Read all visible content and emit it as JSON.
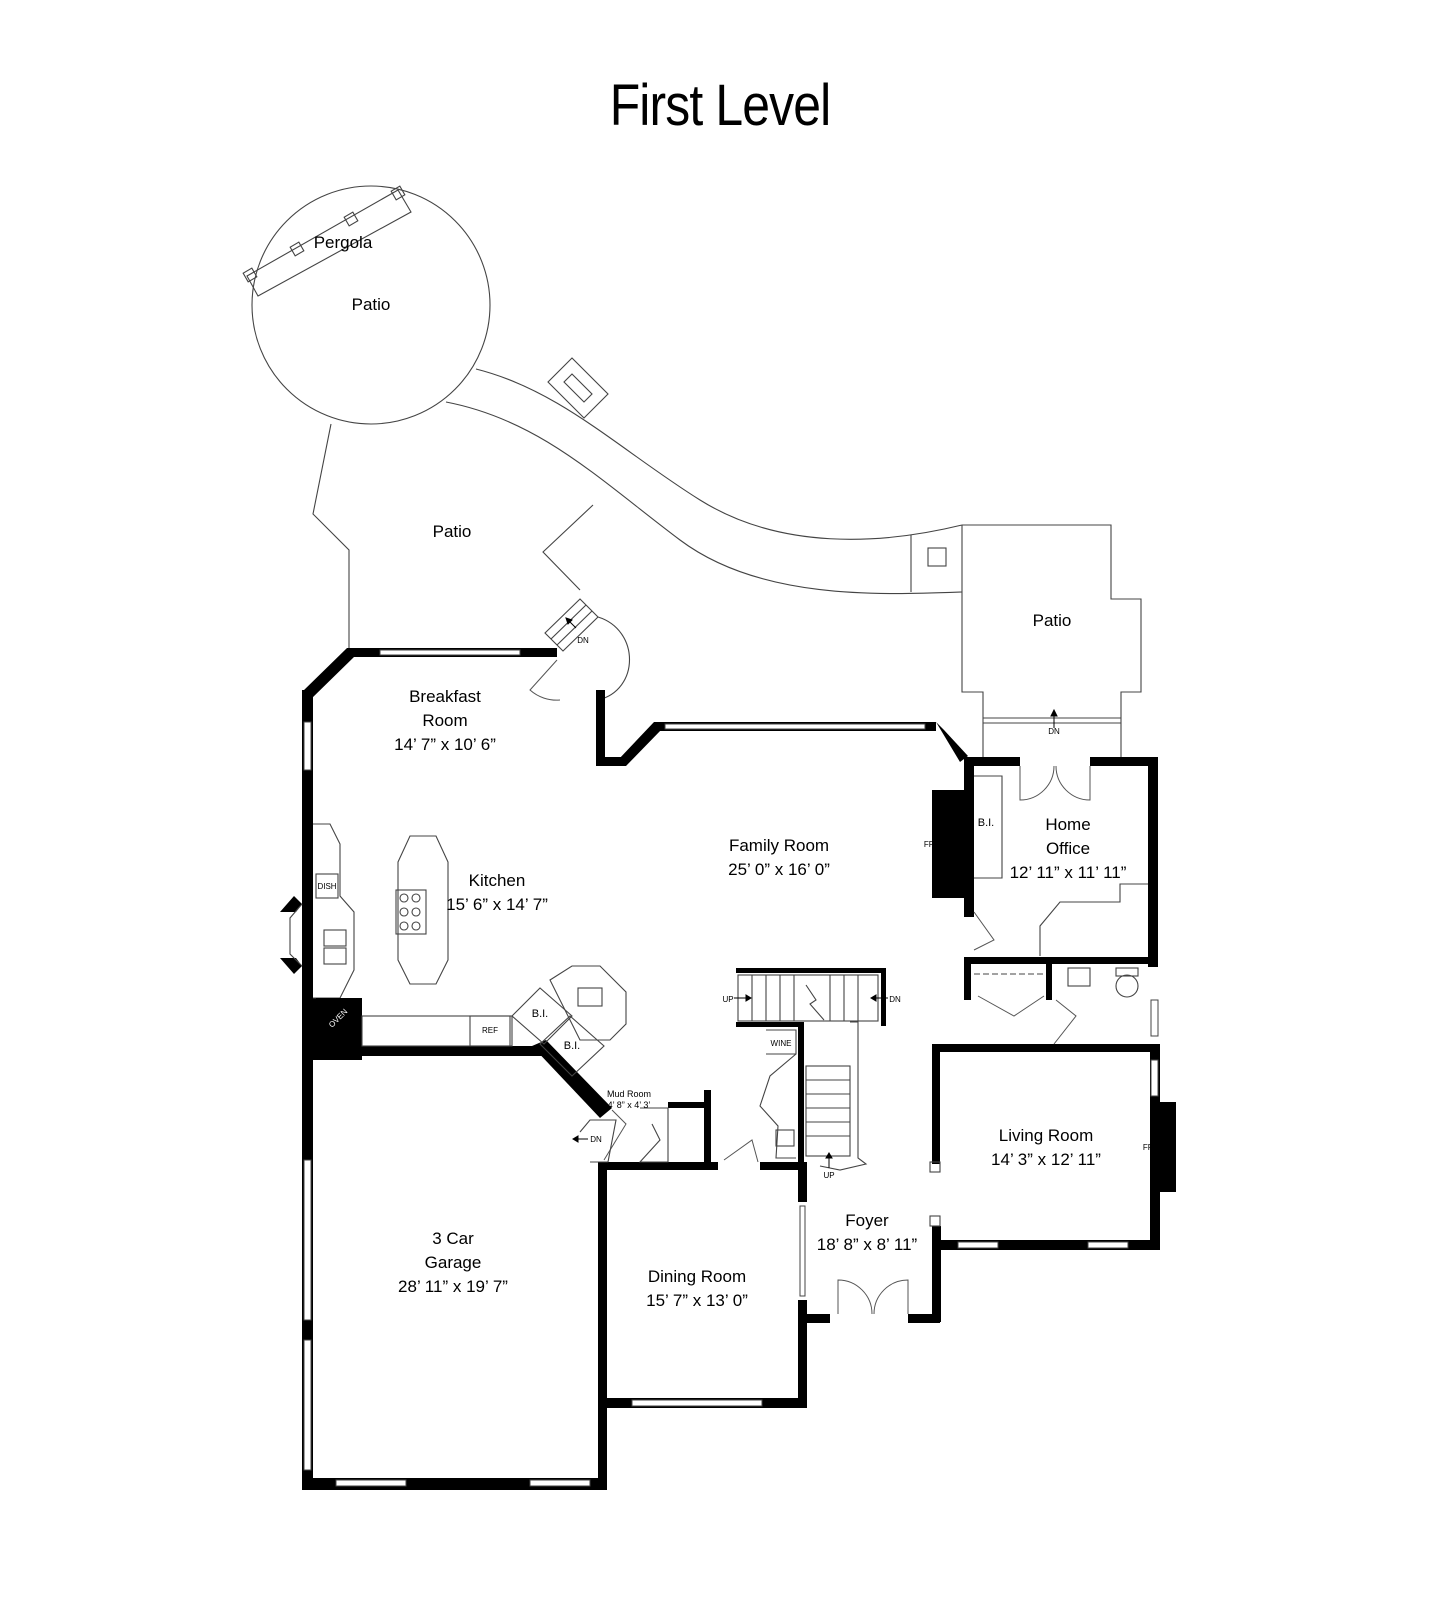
{
  "title": "First Level",
  "rooms": {
    "pergola": "Pergola",
    "patio_round": "Patio",
    "patio_mid": "Patio",
    "patio_right": "Patio",
    "breakfast": {
      "name1": "Breakfast",
      "name2": "Room",
      "size": "14’ 7” x 10’ 6”"
    },
    "kitchen": {
      "name": "Kitchen",
      "size": "15’ 6” x 14’ 7”"
    },
    "family": {
      "name": "Family Room",
      "size": "25’ 0” x 16’ 0”"
    },
    "office": {
      "name1": "Home",
      "name2": "Office",
      "size": "12’ 11” x 11’ 11”"
    },
    "living": {
      "name": "Living Room",
      "size": "14’ 3” x 12’ 11”"
    },
    "foyer": {
      "name": "Foyer",
      "size": "18’ 8” x 8’ 11”"
    },
    "dining": {
      "name": "Dining Room",
      "size": "15’ 7” x 13’ 0”"
    },
    "garage": {
      "name1": "3 Car",
      "name2": "Garage",
      "size": "28’ 11” x 19’ 7”"
    },
    "mud": {
      "name": "Mud Room",
      "size": "4’ 8” x 4’ 3’"
    }
  },
  "small_labels": {
    "dn_patio": "DN",
    "dn_right_patio": "DN",
    "bi_office": "B.I.",
    "fp_family": "FP",
    "fp_living": "FP",
    "dish": "DISH",
    "oven": "OVEN",
    "ref": "REF",
    "bi_1": "B.I.",
    "bi_2": "B.I.",
    "up_stair": "UP",
    "dn_stair": "DN",
    "wine": "WINE",
    "dn_mud": "DN",
    "up_basement": "UP"
  }
}
